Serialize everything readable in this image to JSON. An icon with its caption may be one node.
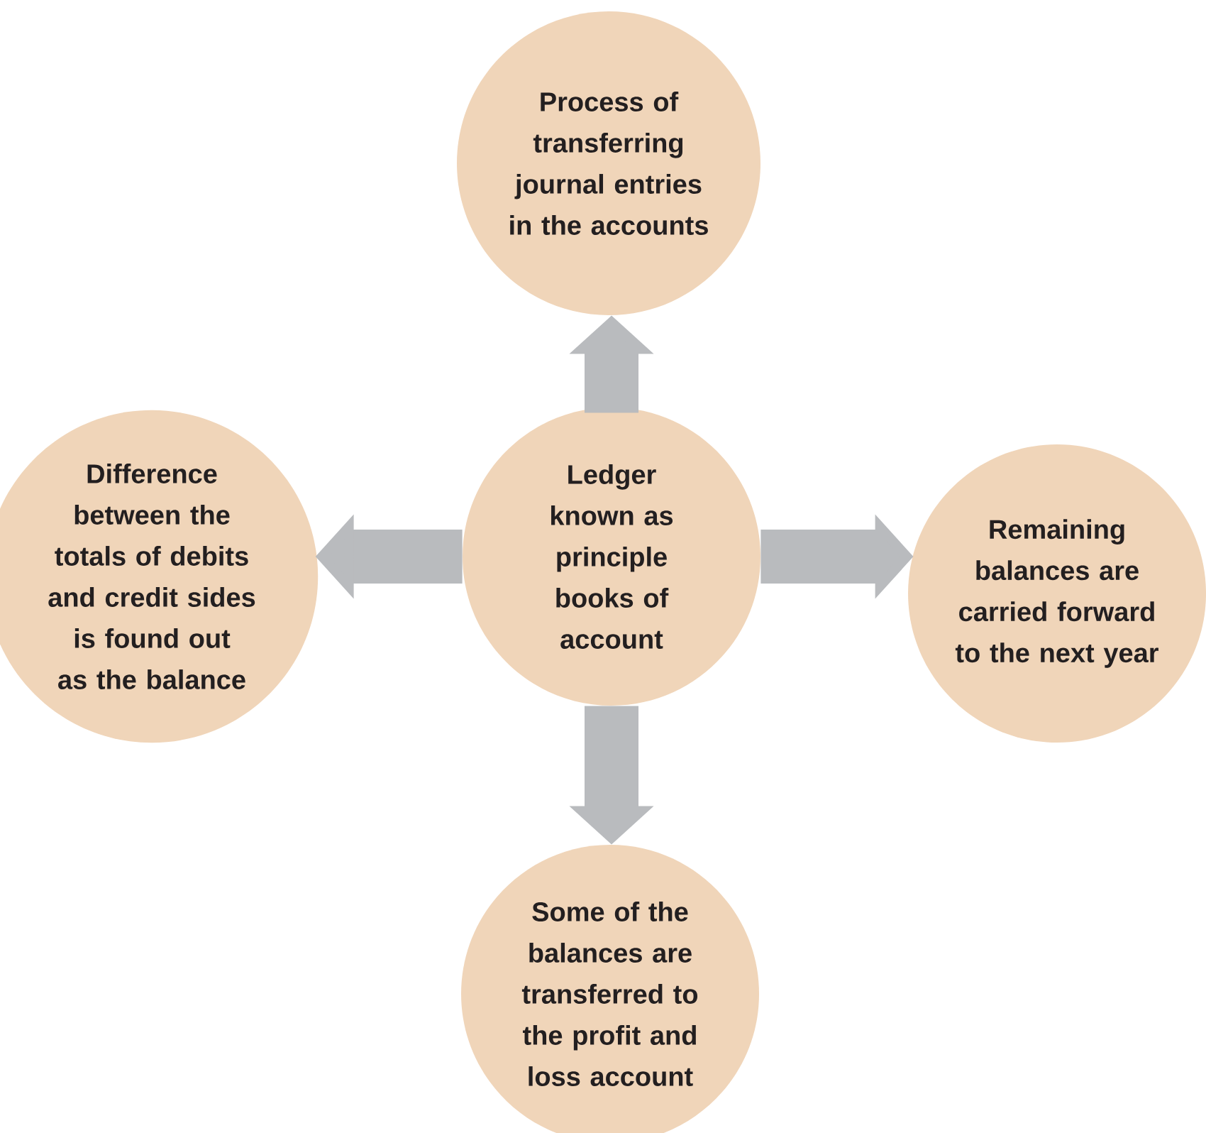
{
  "diagram": {
    "nodes": [
      {
        "text": [
          "Process of transferring journal entries in the accounts"
        ]
      },
      {
        "text": [
          "Difference between the totals of debits and credit sides is found out as the balance"
        ]
      },
      {
        "text": [
          "Ledger known as principle books of account"
        ]
      },
      {
        "text": [
          "Remaining balances are carried forward to the next year"
        ]
      },
      {
        "text": [
          "Some of the balances are transferred to the profit and loss account"
        ]
      }
    ],
    "edges": [
      {
        "from": 2,
        "to": 0,
        "arrow": "to"
      },
      {
        "from": 2,
        "to": 1,
        "arrow": "to"
      },
      {
        "from": 2,
        "to": 3,
        "arrow": "to"
      },
      {
        "from": 2,
        "to": 4,
        "arrow": "to"
      }
    ]
  }
}
